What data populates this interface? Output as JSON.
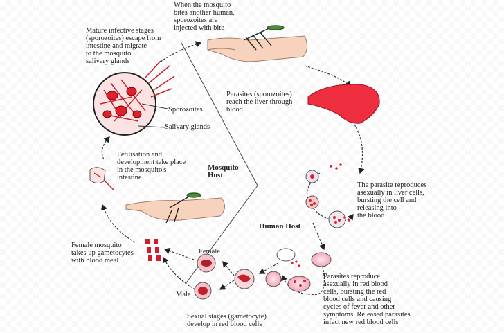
{
  "labels": {
    "mosquito_bites": "When the mosquito\nbites another human,\nsporozoites are\ninjected with bite",
    "mature_stages": "Mature infective stages\n(sporozoites) escape from\nintestine and migrate\nto the mosquito\nsalivary glands",
    "sporozoites": "Sporozoites",
    "salivary_glands": "Salivary glands",
    "liver": "Parasites (sporozoites)\nreach the liver through\nblood",
    "fertilisation": "Fetilisation and\ndevelopment take place\nin the mosquito's\nintestine",
    "mosquito_host": "Mosquito\nHost",
    "liver_reproduce": "The parasite reproduces\nasexually in liver cells,\nbursting the cell and\nreleasing into\nthe blood",
    "human_host": "Human Host",
    "female_mosquito": "Female mosquito\ntakes up gametocytes\nwith blood meal",
    "female": "Female",
    "male": "Male",
    "rbc_reproduce": "Parasites reproduce\nasexually in red blood\ncells, bursting the red\nblood cells and causing\ncycles of fever and other\nsymptoms. Released parasites\ninfect new red blood cells",
    "sexual_stages": "Sexual stages (gametocyte)\ndevelop in red blood cells"
  },
  "colors": {
    "accent_red": "#e0202a",
    "liver_red": "#ee2d3f",
    "skin": "#f7d2bd",
    "outline": "#444444",
    "text": "#222222"
  }
}
